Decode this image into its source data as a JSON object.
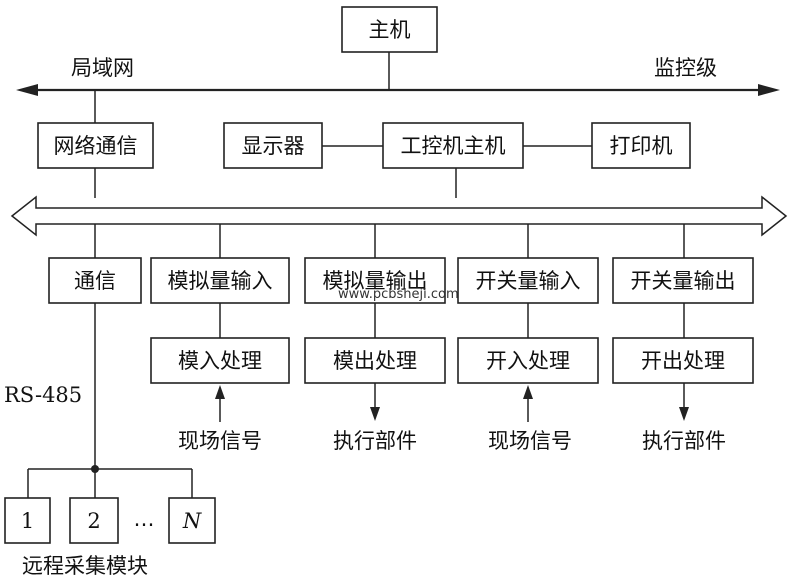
{
  "host": "主机",
  "lan_label": "局域网",
  "monitor_level_label": "监控级",
  "network_comm": "网络通信",
  "display": "显示器",
  "ipc_host": "工控机主机",
  "printer": "打印机",
  "modules": {
    "comm": "通信",
    "analog_in": "模拟量输入",
    "analog_out": "模拟量输出",
    "digital_in": "开关量输入",
    "digital_out": "开关量输出"
  },
  "processing": {
    "analog_in": "模入处理",
    "analog_out": "模出处理",
    "digital_in": "开入处理",
    "digital_out": "开出处理"
  },
  "io": {
    "analog_in": "现场信号",
    "analog_out": "执行部件",
    "digital_in": "现场信号",
    "digital_out": "执行部件"
  },
  "rs485": "RS-485",
  "remote": {
    "node_1": "1",
    "node_2": "2",
    "ellipsis": "…",
    "node_n": "N",
    "label": "远程采集模块"
  },
  "watermark": "www.pcbsheji.com"
}
